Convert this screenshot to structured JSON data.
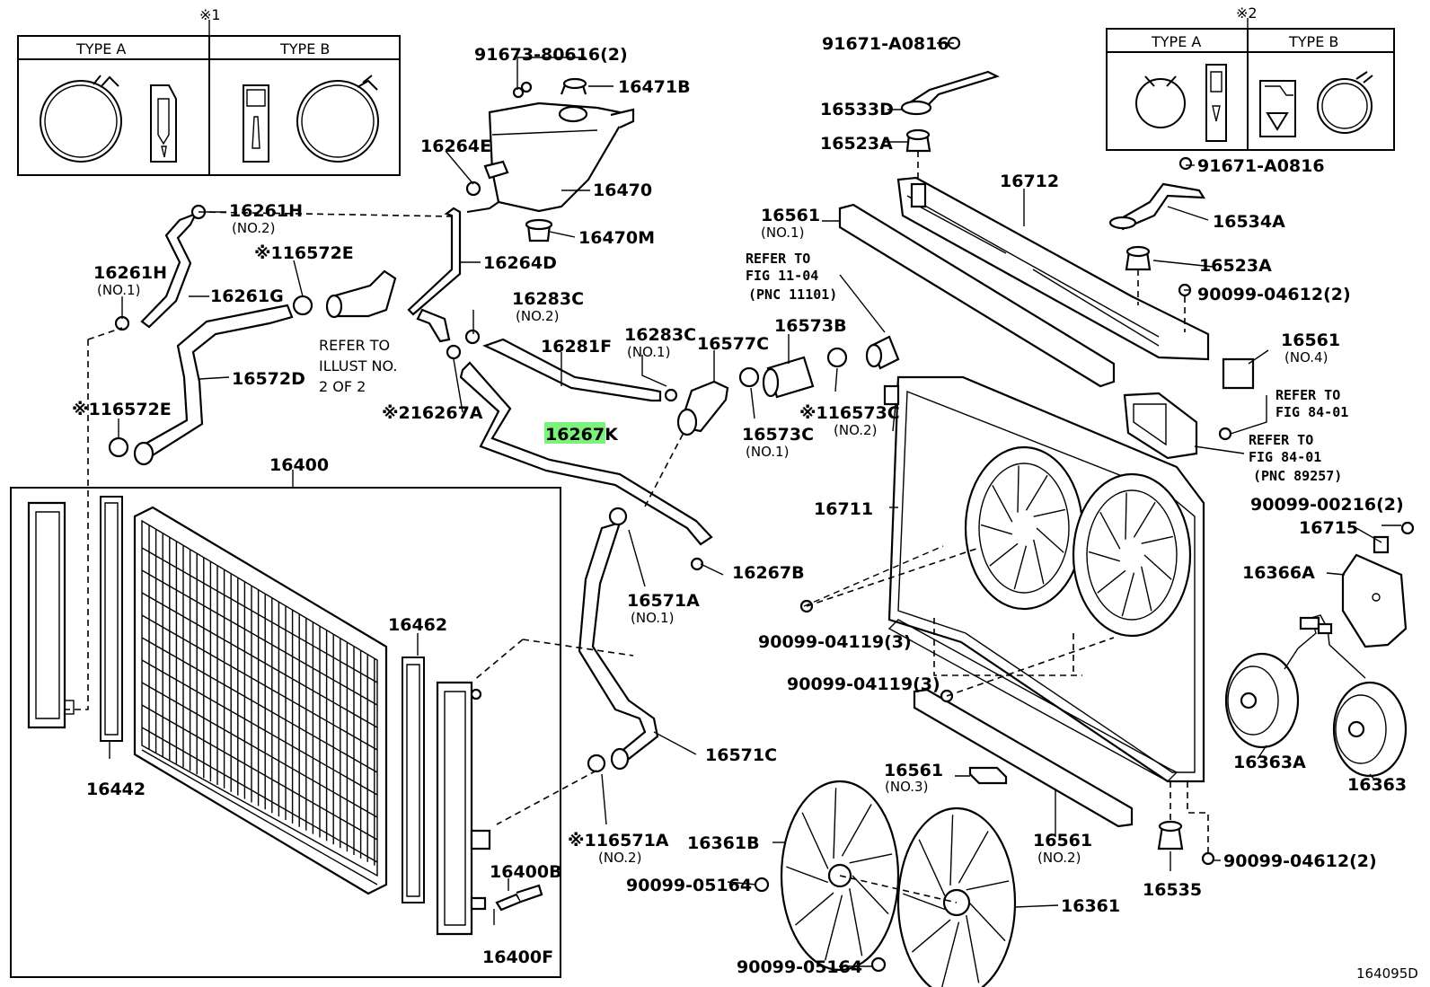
{
  "highlight_color": "#7CF27C",
  "legend1": {
    "mark": "※1",
    "type_a": "TYPE A",
    "type_b": "TYPE B"
  },
  "legend2": {
    "mark": "※2",
    "type_a": "TYPE A",
    "type_b": "TYPE B"
  },
  "labels": {
    "p91673": "91673-80616(2)",
    "p16471B": "16471B",
    "p16264E": "16264E",
    "p16470": "16470",
    "p16470M": "16470M",
    "p16264D": "16264D",
    "p16261H_2": "16261H",
    "p16261H_2_sub": "(NO.2)",
    "p16572E_top": "※116572E",
    "p16261H_1": "16261H",
    "p16261H_1_sub": "(NO.1)",
    "p16261G": "16261G",
    "refer_illust_1": "REFER TO",
    "refer_illust_2": "ILLUST NO.",
    "refer_illust_3": "2 OF 2",
    "p16283C_2": "16283C",
    "p16283C_2_sub": "(NO.2)",
    "p16572D": "16572D",
    "p16283C_1": "16283C",
    "p16283C_1_sub": "(NO.1)",
    "p16281F": "16281F",
    "p16577C": "16577C",
    "p16573B": "16573B",
    "p16267A": "※216267A",
    "p16267K": "16267K",
    "p16573C_1": "16573C",
    "p16573C_1_sub": "(NO.1)",
    "p16573C_2": "※116573C",
    "p16573C_2_sub": "(NO.2)",
    "p16572E_mid": "※116572E",
    "p16400": "16400",
    "p16267B": "16267B",
    "p16571A_1": "16571A",
    "p16571A_1_sub": "(NO.1)",
    "p16462": "16462",
    "p16442": "16442",
    "p16571C": "16571C",
    "p16571A_2": "※116571A",
    "p16571A_2_sub": "(NO.2)",
    "p16400B": "16400B",
    "p16400F": "16400F",
    "p91671_top": "91671-A0816",
    "p16533D": "16533D",
    "p16523A_top": "16523A",
    "p16712": "16712",
    "p16561_1": "16561",
    "p16561_1_sub": "(NO.1)",
    "ref1104_1": "REFER TO",
    "ref1104_2": "FIG 11-04",
    "ref1104_3": "(PNC 11101)",
    "p91671_mid": "91671-A0816",
    "p16534A": "16534A",
    "p16523A_mid": "16523A",
    "p90099_04612_top": "90099-04612(2)",
    "p16561_4": "16561",
    "p16561_4_sub": "(NO.4)",
    "ref8401a_1": "REFER TO",
    "ref8401a_2": "FIG 84-01",
    "ref8401b_1": "REFER TO",
    "ref8401b_2": "FIG 84-01",
    "ref8401b_3": "(PNC 89257)",
    "p16711": "16711",
    "p90099_00216": "90099-00216(2)",
    "p16715": "16715",
    "p16366A": "16366A",
    "p90099_04119_a": "90099-04119(3)",
    "p90099_04119_b": "90099-04119(3)",
    "p16363A": "16363A",
    "p16363": "16363",
    "p16561_3": "16561",
    "p16561_3_sub": "(NO.3)",
    "p16361B": "16361B",
    "p16561_2": "16561",
    "p16561_2_sub": "(NO.2)",
    "p90099_05164_a": "90099-05164",
    "p16535": "16535",
    "p90099_04612_bot": "90099-04612(2)",
    "p16361": "16361",
    "p90099_05164_b": "90099-05164",
    "diagram_id": "164095D"
  }
}
